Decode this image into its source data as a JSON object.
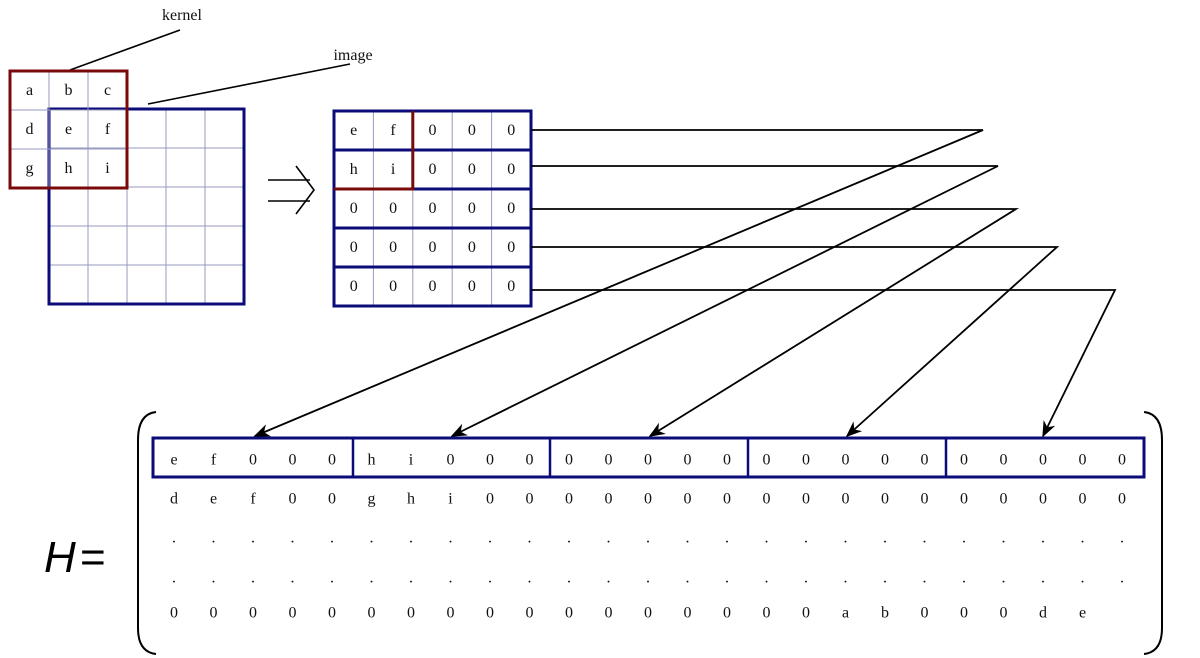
{
  "labels": {
    "kernel": "kernel",
    "image": "image",
    "implies": "⇒",
    "matrix_name": "H",
    "equals": "="
  },
  "colors": {
    "kernel_border": "#7a0a0a",
    "image_border": "#0b0b7a",
    "grid_line": "#9a9ac0",
    "arrow": "#000000"
  },
  "kernel": [
    [
      "a",
      "b",
      "c"
    ],
    [
      "d",
      "e",
      "f"
    ],
    [
      "g",
      "h",
      "i"
    ]
  ],
  "padded_input": [
    [
      "e",
      "f",
      "0",
      "0",
      "0"
    ],
    [
      "h",
      "i",
      "0",
      "0",
      "0"
    ],
    [
      "0",
      "0",
      "0",
      "0",
      "0"
    ],
    [
      "0",
      "0",
      "0",
      "0",
      "0"
    ],
    [
      "0",
      "0",
      "0",
      "0",
      "0"
    ]
  ],
  "matrix_H": {
    "rows": [
      [
        "e",
        "f",
        "0",
        "0",
        "0",
        "h",
        "i",
        "0",
        "0",
        "0",
        "0",
        "0",
        "0",
        "0",
        "0",
        "0",
        "0",
        "0",
        "0",
        "0",
        "0",
        "0",
        "0",
        "0",
        "0"
      ],
      [
        "d",
        "e",
        "f",
        "0",
        "0",
        "g",
        "h",
        "i",
        "0",
        "0",
        "0",
        "0",
        "0",
        "0",
        "0",
        "0",
        "0",
        "0",
        "0",
        "0",
        "0",
        "0",
        "0",
        "0",
        "0"
      ],
      [
        ".",
        ".",
        ".",
        ".",
        ".",
        ".",
        ".",
        ".",
        ".",
        ".",
        ".",
        ".",
        ".",
        ".",
        ".",
        ".",
        ".",
        ".",
        ".",
        ".",
        ".",
        ".",
        ".",
        ".",
        "."
      ],
      [
        ".",
        ".",
        ".",
        ".",
        ".",
        ".",
        ".",
        ".",
        ".",
        ".",
        ".",
        ".",
        ".",
        ".",
        ".",
        ".",
        ".",
        ".",
        ".",
        ".",
        ".",
        ".",
        ".",
        ".",
        "."
      ],
      [
        "0",
        "0",
        "0",
        "0",
        "0",
        "0",
        "0",
        "0",
        "0",
        "0",
        "0",
        "0",
        "0",
        "0",
        "0",
        "0",
        "0",
        "a",
        "b",
        "0",
        "0",
        "0",
        "d",
        "e"
      ]
    ],
    "highlighted_row_index": 0,
    "segment_count": 5
  }
}
